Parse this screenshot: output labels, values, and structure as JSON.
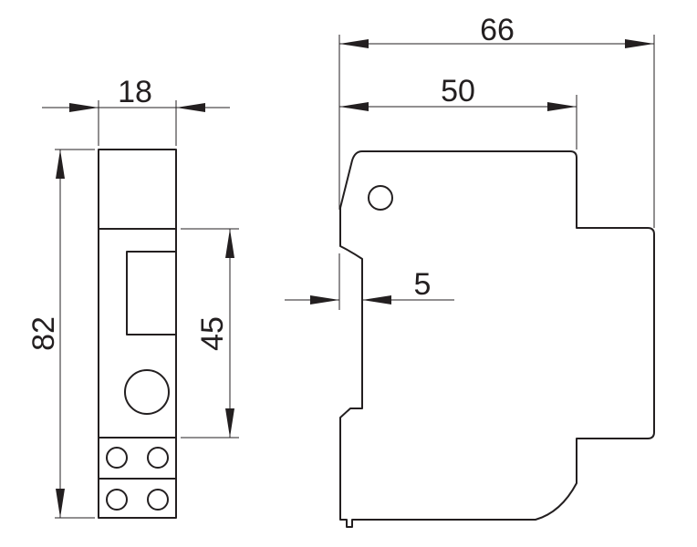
{
  "dimensions": {
    "front_width": "18",
    "front_height": "82",
    "front_window_height": "45",
    "side_total_depth": "66",
    "side_upper_depth": "50",
    "side_rail_offset": "5"
  },
  "colors": {
    "line": "#231f20",
    "background": "#ffffff"
  }
}
